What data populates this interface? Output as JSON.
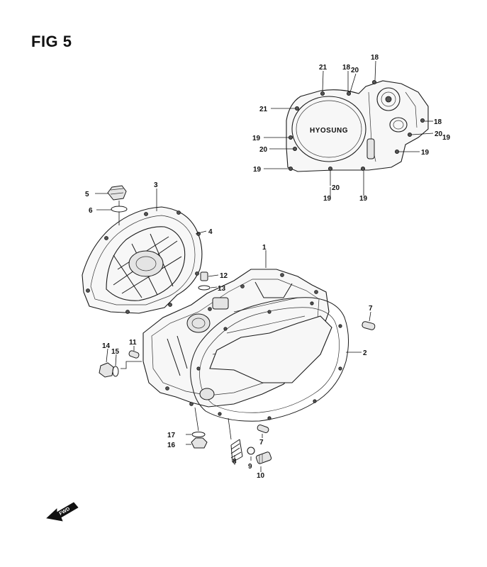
{
  "figure": {
    "title": "FIG 5",
    "brand_text": "HYOSUNG",
    "direction_text": "FWD"
  },
  "callouts": [
    {
      "id": "c1",
      "label": "1"
    },
    {
      "id": "c2",
      "label": "2"
    },
    {
      "id": "c3",
      "label": "3"
    },
    {
      "id": "c4",
      "label": "4"
    },
    {
      "id": "c5",
      "label": "5"
    },
    {
      "id": "c6",
      "label": "6"
    },
    {
      "id": "c7a",
      "label": "7"
    },
    {
      "id": "c7b",
      "label": "7"
    },
    {
      "id": "c8",
      "label": "8"
    },
    {
      "id": "c9",
      "label": "9"
    },
    {
      "id": "c10",
      "label": "10"
    },
    {
      "id": "c11",
      "label": "11"
    },
    {
      "id": "c12",
      "label": "12"
    },
    {
      "id": "c13",
      "label": "13"
    },
    {
      "id": "c14",
      "label": "14"
    },
    {
      "id": "c15",
      "label": "15"
    },
    {
      "id": "c16",
      "label": "16"
    },
    {
      "id": "c17",
      "label": "17"
    },
    {
      "id": "c18a",
      "label": "18"
    },
    {
      "id": "c18b",
      "label": "18"
    },
    {
      "id": "c18c",
      "label": "18"
    },
    {
      "id": "c19a",
      "label": "19"
    },
    {
      "id": "c19b",
      "label": "19"
    },
    {
      "id": "c19c",
      "label": "19"
    },
    {
      "id": "c19d",
      "label": "19"
    },
    {
      "id": "c19e",
      "label": "19"
    },
    {
      "id": "c19f",
      "label": "19"
    },
    {
      "id": "c20a",
      "label": "20"
    },
    {
      "id": "c20b",
      "label": "20"
    },
    {
      "id": "c20c",
      "label": "20"
    },
    {
      "id": "c20d",
      "label": "20"
    },
    {
      "id": "c21a",
      "label": "21"
    },
    {
      "id": "c21b",
      "label": "21"
    }
  ]
}
